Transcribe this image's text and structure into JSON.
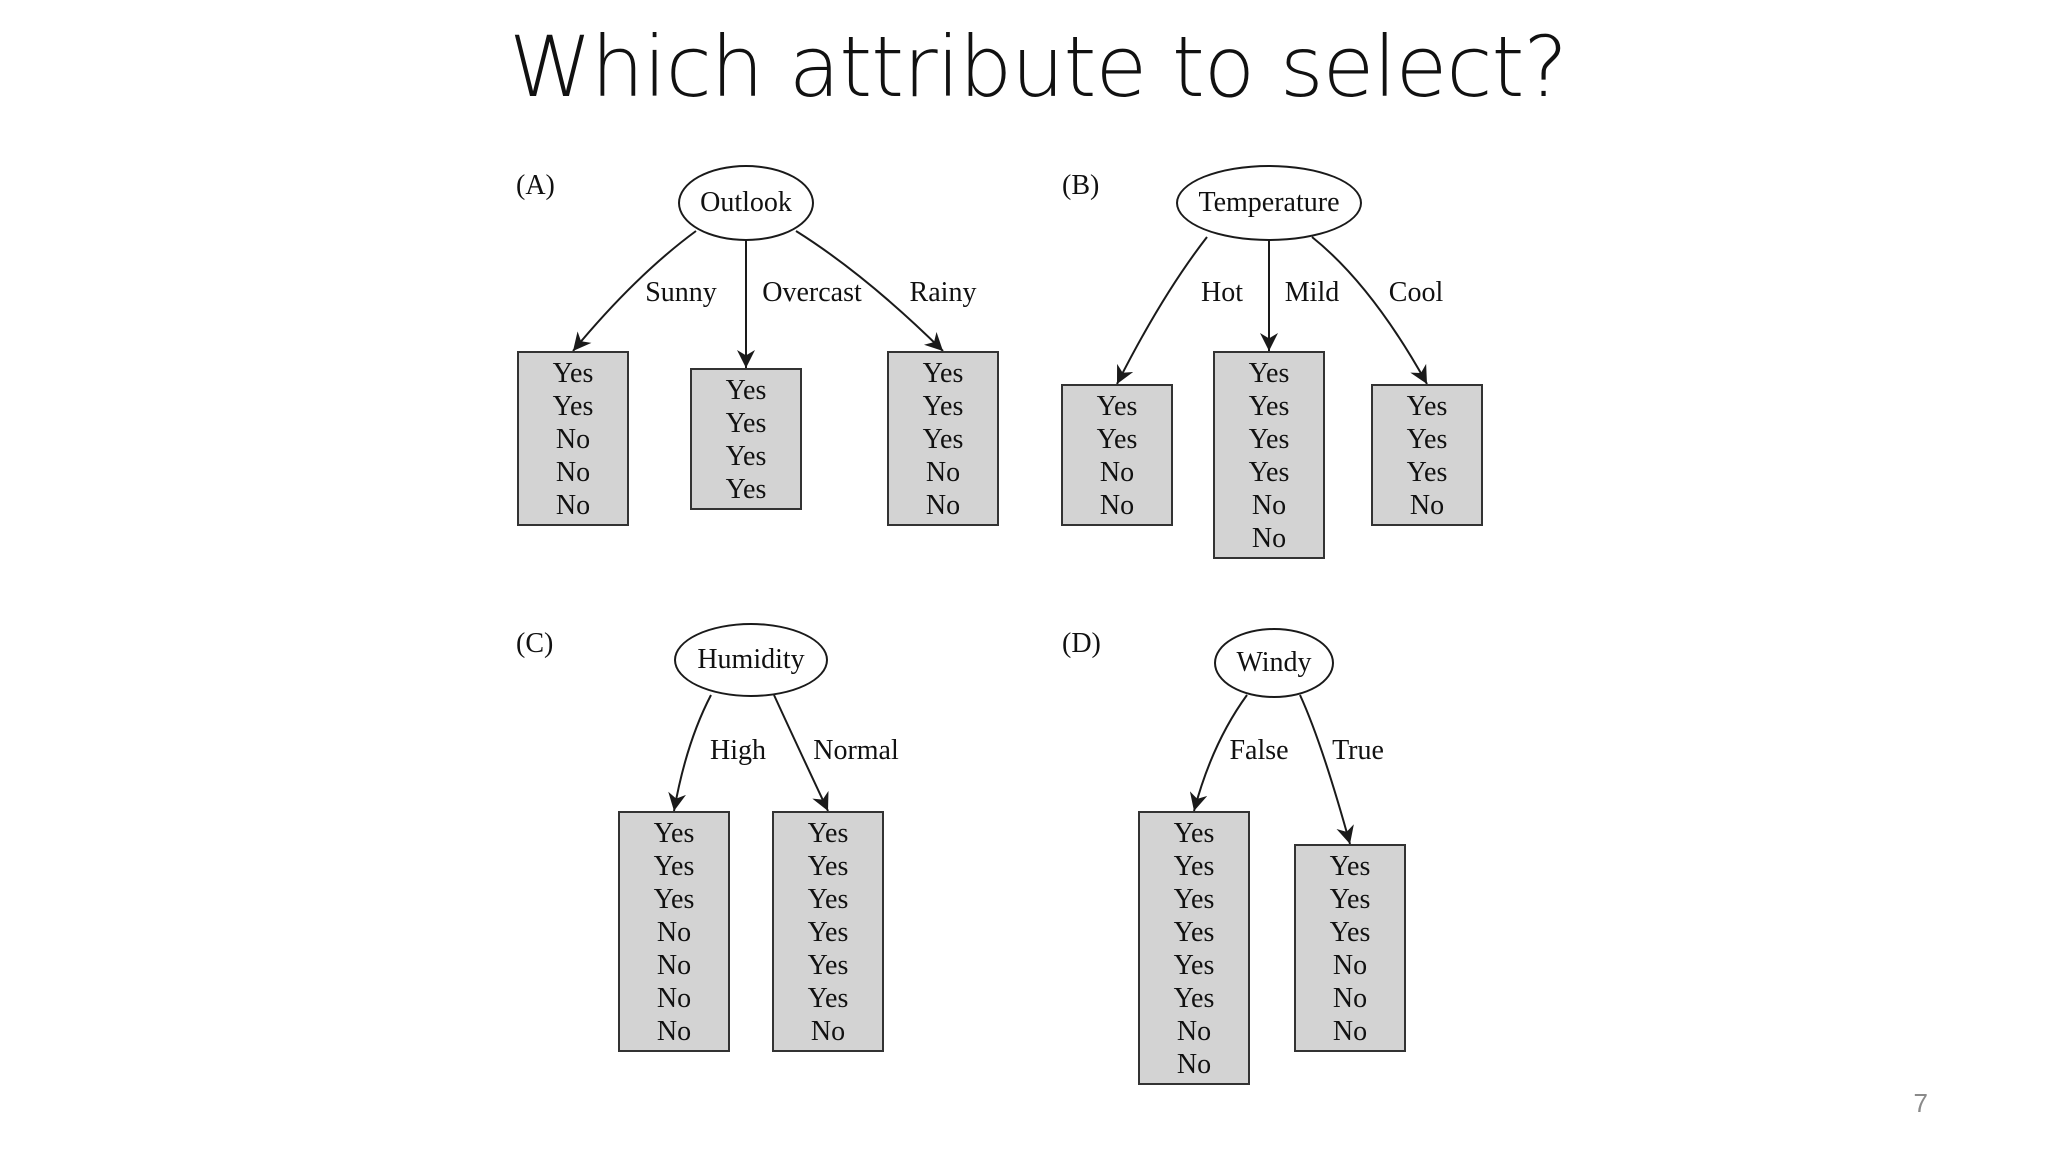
{
  "slide": {
    "title": "Which attribute to select?",
    "page_number": "7"
  },
  "panels": [
    {
      "label": "(A)",
      "attribute": "Outlook",
      "branches": [
        {
          "label": "Sunny",
          "leaf": [
            "Yes",
            "Yes",
            "No",
            "No",
            "No"
          ]
        },
        {
          "label": "Overcast",
          "leaf": [
            "Yes",
            "Yes",
            "Yes",
            "Yes"
          ]
        },
        {
          "label": "Rainy",
          "leaf": [
            "Yes",
            "Yes",
            "Yes",
            "No",
            "No"
          ]
        }
      ]
    },
    {
      "label": "(B)",
      "attribute": "Temperature",
      "branches": [
        {
          "label": "Hot",
          "leaf": [
            "Yes",
            "Yes",
            "No",
            "No"
          ]
        },
        {
          "label": "Mild",
          "leaf": [
            "Yes",
            "Yes",
            "Yes",
            "Yes",
            "No",
            "No"
          ]
        },
        {
          "label": "Cool",
          "leaf": [
            "Yes",
            "Yes",
            "Yes",
            "No"
          ]
        }
      ]
    },
    {
      "label": "(C)",
      "attribute": "Humidity",
      "branches": [
        {
          "label": "High",
          "leaf": [
            "Yes",
            "Yes",
            "Yes",
            "No",
            "No",
            "No",
            "No"
          ]
        },
        {
          "label": "Normal",
          "leaf": [
            "Yes",
            "Yes",
            "Yes",
            "Yes",
            "Yes",
            "Yes",
            "No"
          ]
        }
      ]
    },
    {
      "label": "(D)",
      "attribute": "Windy",
      "branches": [
        {
          "label": "False",
          "leaf": [
            "Yes",
            "Yes",
            "Yes",
            "Yes",
            "Yes",
            "Yes",
            "No",
            "No"
          ]
        },
        {
          "label": "True",
          "leaf": [
            "Yes",
            "Yes",
            "Yes",
            "No",
            "No",
            "No"
          ]
        }
      ]
    }
  ]
}
